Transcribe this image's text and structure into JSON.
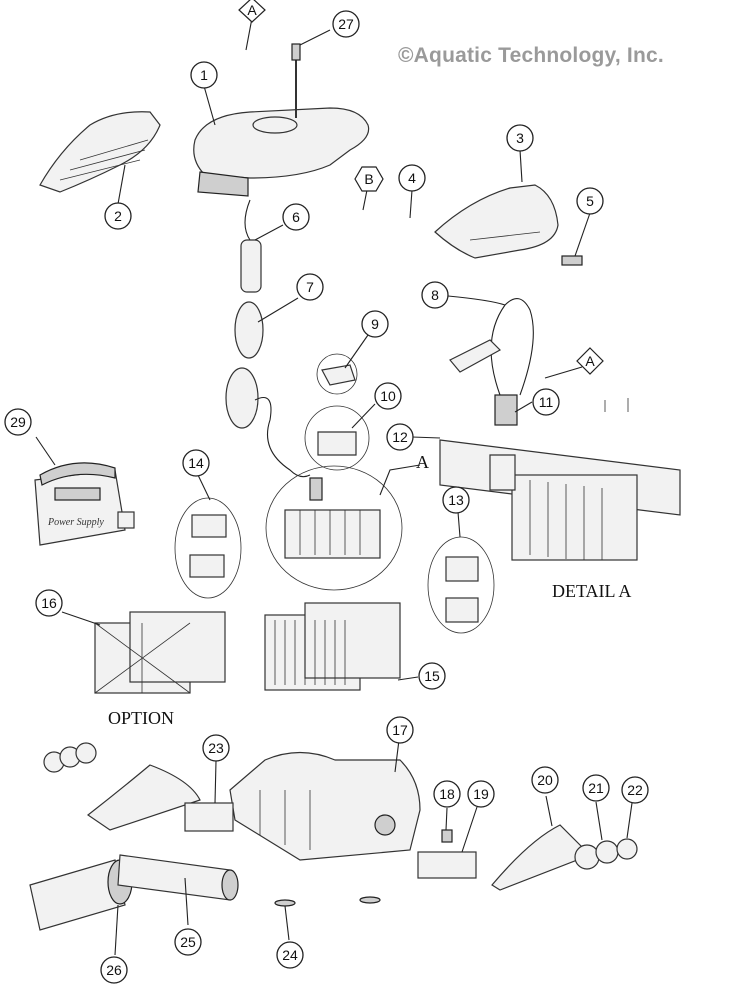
{
  "copyright": "©Aquatic Technology, Inc.",
  "callouts": {
    "p1": "1",
    "p2": "2",
    "p3": "3",
    "p4": "4",
    "p5": "5",
    "p6": "6",
    "p7": "7",
    "p8": "8",
    "p9": "9",
    "p10": "10",
    "p11": "11",
    "p12": "12",
    "p13": "13",
    "p14": "14",
    "p15": "15",
    "p16": "16",
    "p17": "17",
    "p18": "18",
    "p19": "19",
    "p20": "20",
    "p21": "21",
    "p22": "22",
    "p23": "23",
    "p24": "24",
    "p25": "25",
    "p26": "26",
    "p27": "27",
    "p29": "29",
    "markerA": "A",
    "markerB": "B"
  },
  "labels": {
    "detail_marker": "A",
    "detail": "DETAIL A",
    "option": "OPTION",
    "power_supply": "Power Supply"
  }
}
